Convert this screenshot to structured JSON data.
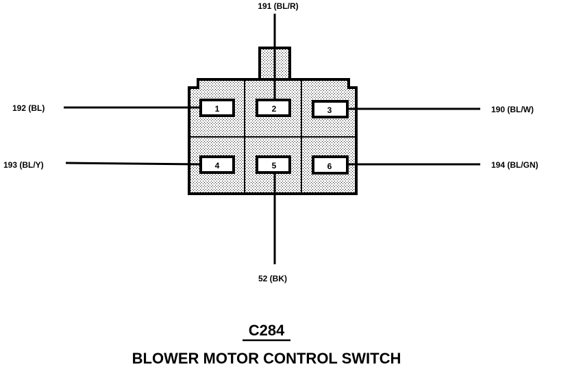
{
  "connector": {
    "id": "C284",
    "name": "BLOWER MOTOR CONTROL SWITCH",
    "pins": [
      {
        "number": "1",
        "wire": "192 (BL)"
      },
      {
        "number": "2",
        "wire": "191 (BL/R)"
      },
      {
        "number": "3",
        "wire": "190 (BL/W)"
      },
      {
        "number": "4",
        "wire": "193 (BL/Y)"
      },
      {
        "number": "5",
        "wire": "52 (BK)"
      },
      {
        "number": "6",
        "wire": "194 (BL/GN)"
      }
    ]
  },
  "colors": {
    "line": "#000000",
    "housing_fill": "#c8c8c8",
    "background": "#ffffff"
  }
}
